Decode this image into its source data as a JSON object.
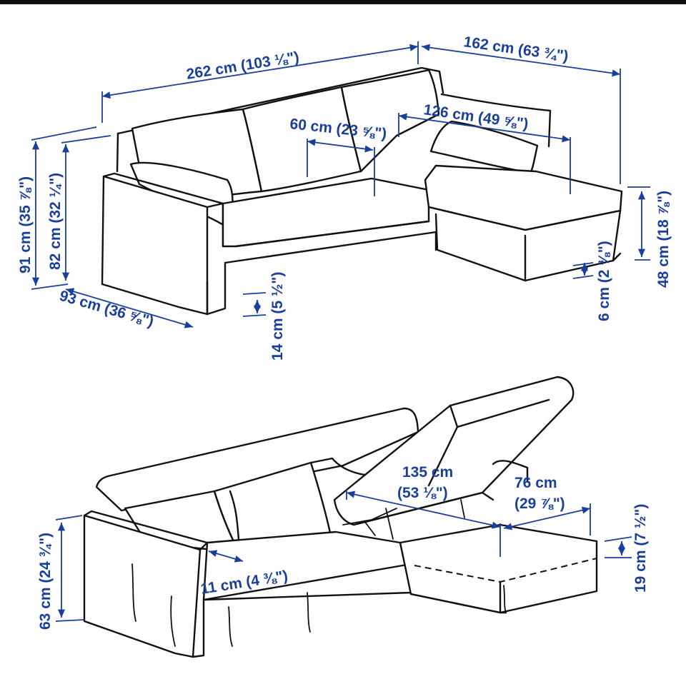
{
  "dimensions": {
    "total_width": "262 cm (103 ⅛\")",
    "chaise_length": "162 cm (63 ¾\")",
    "chaise_seat_length": "126 cm (49 ⅝\")",
    "seat_depth": "60 cm (23 ⅝\")",
    "total_height": "91 cm (35 ⅞\")",
    "backrest_height": "82 cm (32 ¼\")",
    "depth": "93 cm (36 ⅝\")",
    "leg_clearance": "14 cm (5 ½\")",
    "chaise_seat_height": "48 cm (18 ⅞\")",
    "chaise_clearance": "6 cm (2 ⅜\")",
    "storage_height": "63 cm (24 ¾\")",
    "armrest_width": "11 cm (4 ⅜\")",
    "storage_length_line1": "135 cm",
    "storage_length_line2": "(53 ⅛\")",
    "storage_width_line1": "76 cm",
    "storage_width_line2": "(29 ⅞\")",
    "storage_depth": "19 cm (7 ½\")"
  },
  "colors": {
    "dimension": "#1a3f9b",
    "outline": "#111111"
  }
}
